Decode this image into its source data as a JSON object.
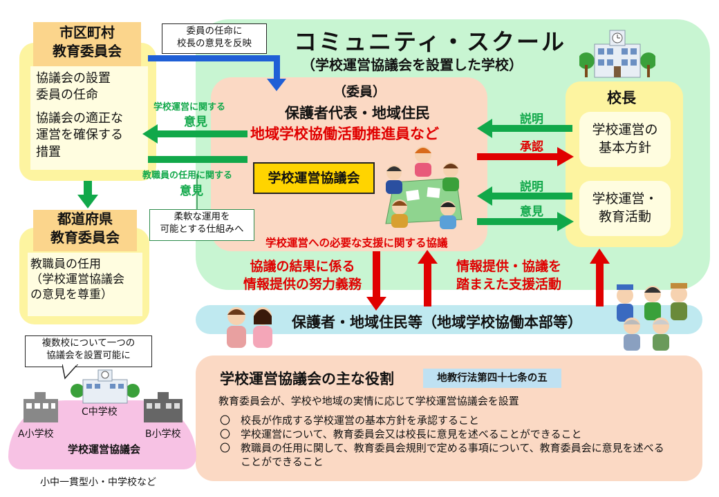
{
  "title": "コミュニティ・スクール",
  "subtitle": "（学校運営協議会を設置した学校）",
  "municipal_board": {
    "name": "市区町村\n教育委員会",
    "role1": "協議会の設置\n委員の任命",
    "role2": "協議会の適正な\n運営を確保する\n措置"
  },
  "prefectural_board": {
    "name": "都道府県\n教育委員会",
    "role": "教職員の任用\n（学校運営協議会\nの意見を尊重）"
  },
  "callouts": {
    "appointment": "委員の任命に\n校長の意見を反映",
    "flexible": "柔軟な運用を\n可能とする仕組みへ",
    "multi_school": "複数校について一つの\n協議会を設置可能に"
  },
  "opinions": {
    "school_ops_small": "学校運営に関する",
    "school_ops_big": "意見",
    "staff_small": "教職員の任用に関する",
    "staff_big": "意見"
  },
  "council": {
    "members_heading": "（委員）",
    "members_line1": "保護者代表・地域住民",
    "members_line2": "地域学校協働活動推進員など",
    "name": "学校運営協議会",
    "support_label": "学校運営への必要な支援に関する協議"
  },
  "principal": {
    "title": "校長",
    "item1": "学校運営の\n基本方針",
    "item2": "学校運営・\n教育活動"
  },
  "arrow_labels": {
    "explain1": "説明",
    "approve": "承認",
    "explain2": "説明",
    "opinion": "意見",
    "info_duty": "協議の結果に係る\n情報提供の努力義務",
    "support_activity": "情報提供・協議を\n踏まえた支援活動"
  },
  "guardians": "保護者・地域住民等（地域学校協働本部等）",
  "roles": {
    "title": "学校運営協議会の主な役割",
    "law": "地教行法第四十七条の五",
    "intro": "教育委員会が、学校や地域の実情に応じて学校運営協議会を設置",
    "bullet_mark": "〇",
    "items": [
      "校長が作成する学校運営の基本方針を承認すること",
      "学校運営について、教育委員会又は校長に意見を述べることができること",
      "教職員の任用に関して、教育委員会規則で定める事項について、教育委員会に意見を述べる",
      "ことができること"
    ]
  },
  "schools": {
    "c": "C中学校",
    "a": "A小学校",
    "b": "B小学校",
    "council": "学校運営協議会",
    "caption": "小中一貫型小・中学校など"
  },
  "colors": {
    "green_arrow": "#11a84a",
    "red_arrow": "#e00000",
    "blue_arrow": "#1f5fd6",
    "community_bg": "#c8f5d2"
  }
}
